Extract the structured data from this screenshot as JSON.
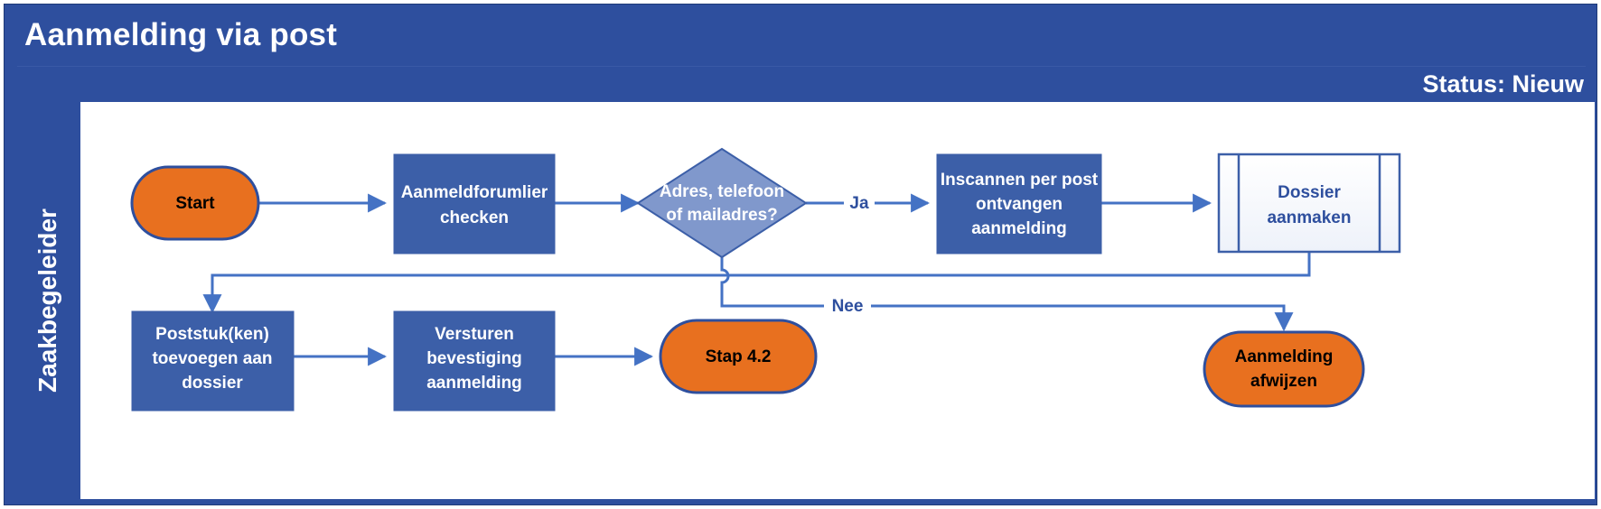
{
  "header": {
    "title": "Aanmelding via post",
    "status_label": "Status: Nieuw"
  },
  "lane": {
    "label": "Zaakbegeleider"
  },
  "colors": {
    "header_blue": "#2e4f9e",
    "process_blue": "#3c5fa8",
    "decision_blue": "#8098cc",
    "terminator_orange": "#e8701f",
    "connector_blue": "#4472c4",
    "document_fill": "#f2f5fb"
  },
  "nodes": [
    {
      "id": "start",
      "shape": "terminator",
      "lines": [
        "Start"
      ]
    },
    {
      "id": "check-form",
      "shape": "process",
      "lines": [
        "Aanmeldforumlier",
        "checken"
      ]
    },
    {
      "id": "decision",
      "shape": "decision",
      "lines": [
        "Adres, telefoon",
        "of mailadres?"
      ]
    },
    {
      "id": "scan-post",
      "shape": "process",
      "lines": [
        "Inscannen per post",
        "ontvangen",
        "aanmelding"
      ]
    },
    {
      "id": "create-file",
      "shape": "predefined-process",
      "lines": [
        "Dossier",
        "aanmaken"
      ]
    },
    {
      "id": "add-post",
      "shape": "process",
      "lines": [
        "Poststuk(ken)",
        "toevoegen aan",
        "dossier"
      ]
    },
    {
      "id": "send-confirm",
      "shape": "process",
      "lines": [
        "Versturen",
        "bevestiging",
        "aanmelding"
      ]
    },
    {
      "id": "step-42",
      "shape": "terminator",
      "lines": [
        "Stap 4.2"
      ]
    },
    {
      "id": "reject",
      "shape": "terminator",
      "lines": [
        "Aanmelding",
        "afwijzen"
      ]
    }
  ],
  "edges": [
    {
      "from": "start",
      "to": "check-form",
      "label": ""
    },
    {
      "from": "check-form",
      "to": "decision",
      "label": ""
    },
    {
      "from": "decision",
      "to": "scan-post",
      "label": "Ja"
    },
    {
      "from": "scan-post",
      "to": "create-file",
      "label": ""
    },
    {
      "from": "create-file",
      "to": "add-post",
      "label": ""
    },
    {
      "from": "add-post",
      "to": "send-confirm",
      "label": ""
    },
    {
      "from": "send-confirm",
      "to": "step-42",
      "label": ""
    },
    {
      "from": "decision",
      "to": "reject",
      "label": "Nee"
    }
  ]
}
